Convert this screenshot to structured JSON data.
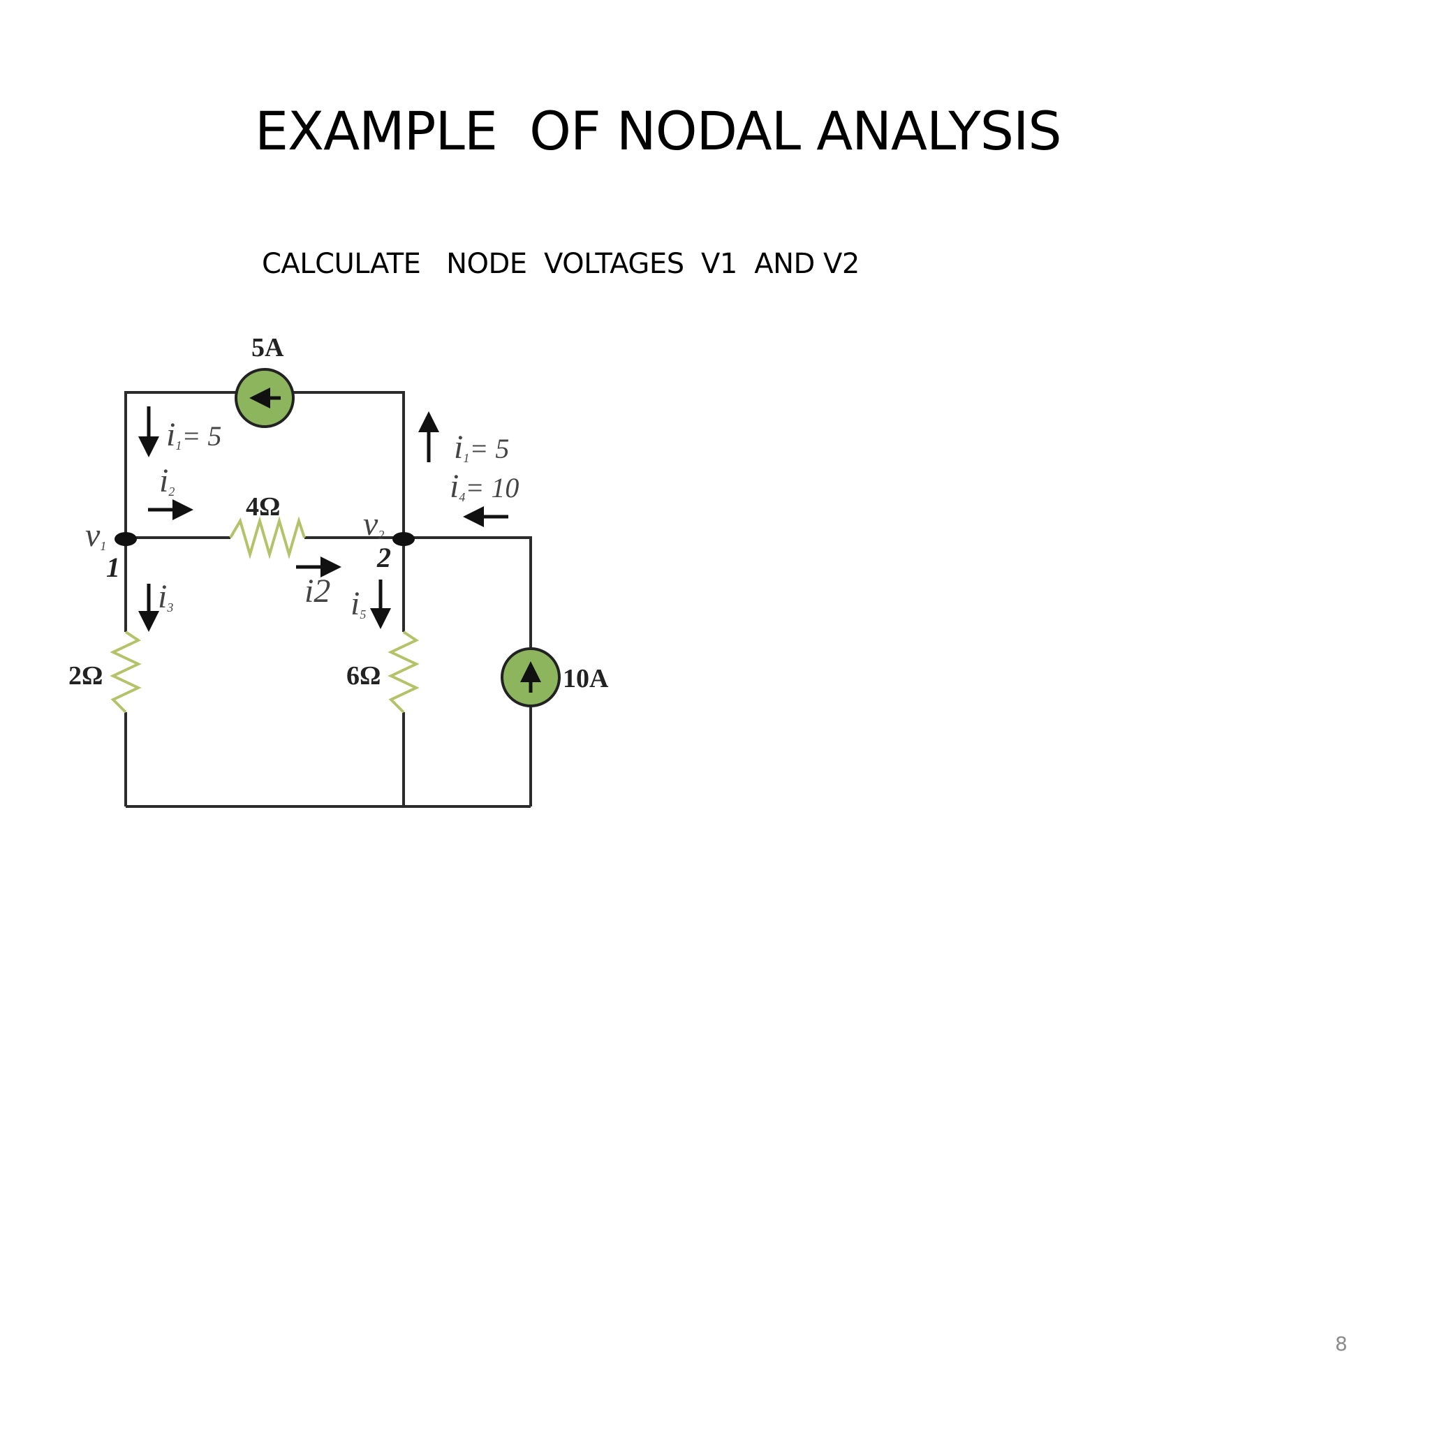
{
  "slide": {
    "title": "EXAMPLE  OF NODAL ANALYSIS",
    "subtitle": "CALCULATE   NODE  VOLTAGES  V1  AND V2",
    "page_number": "8"
  },
  "circuit": {
    "source_top_label": "5A",
    "source_right_label": "10A",
    "r_top_label": "4Ω",
    "r_left_label": "2Ω",
    "r_mid_label": "6Ω",
    "node1_voltage": "v",
    "node1_voltage_sub": "1",
    "node1_number": "1",
    "node2_voltage": "v",
    "node2_voltage_sub": "2",
    "node2_number": "2",
    "i1_left": {
      "sym": "i",
      "sub": "1",
      "value": "= 5"
    },
    "i2_top": {
      "sym": "i",
      "sub": "2"
    },
    "i2_bottom": "i2",
    "i3": {
      "sym": "i",
      "sub": "3"
    },
    "i5": {
      "sym": "i",
      "sub": "5"
    },
    "i1_right": {
      "sym": "i",
      "sub": "1",
      "value": "= 5"
    },
    "i4_right": {
      "sym": "i",
      "sub": "4",
      "value": "= 10"
    },
    "colors": {
      "wire": "#2b2b2b",
      "source_fill": "#8db55e",
      "resistor": "#b5c26a",
      "node": "#111111"
    }
  }
}
